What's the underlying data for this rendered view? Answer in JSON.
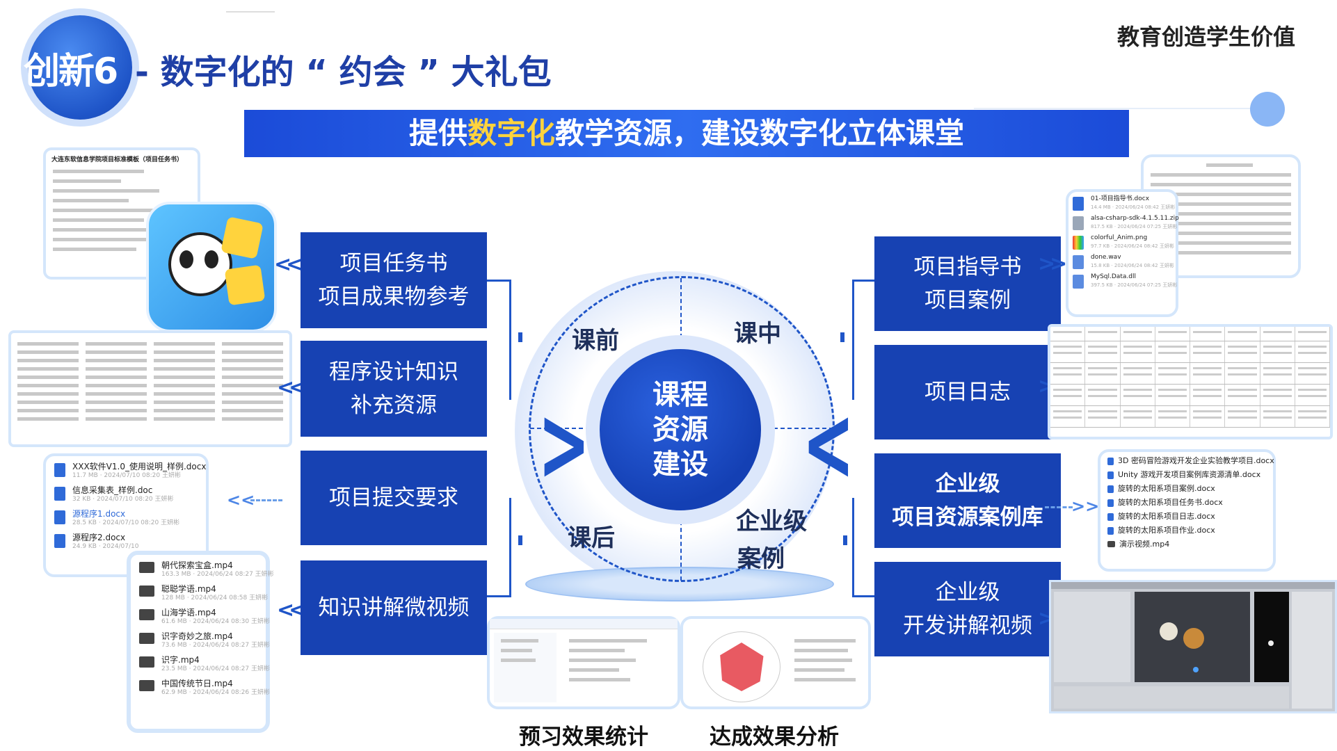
{
  "header": {
    "badge": "创新6",
    "title": "- 数字化的 “ 约会 ” 大礼包",
    "motto": "教育创造学生价值"
  },
  "banner": {
    "prefix": "提供",
    "highlight": "数字化",
    "suffix": "教学资源，建设数字化立体课堂"
  },
  "left_boxes": [
    {
      "lines": [
        "项目任务书",
        "项目成果物参考"
      ]
    },
    {
      "lines": [
        "程序设计知识",
        "补充资源"
      ]
    },
    {
      "lines": [
        "项目提交要求"
      ]
    },
    {
      "lines": [
        "知识讲解微视频"
      ]
    }
  ],
  "right_boxes": [
    {
      "lines": [
        "项目指导书",
        "项目案例"
      ]
    },
    {
      "lines": [
        "项目日志"
      ]
    },
    {
      "lines": [
        "企业级",
        "项目资源案例库"
      ]
    },
    {
      "lines": [
        "企业级",
        "开发讲解视频"
      ]
    }
  ],
  "center": {
    "core": [
      "课程",
      "资源",
      "建设"
    ],
    "segments": {
      "before": "课前",
      "during": "课中",
      "after": "课后",
      "enterprise": [
        "企业级",
        "案例"
      ]
    }
  },
  "bottom_labels": {
    "preview": "预习效果统计",
    "achieve": "达成效果分析"
  },
  "cards": {
    "task_doc_title": "大连东软信息学院项目标准模板（项目任务书）",
    "submit_files": [
      {
        "name": "XXX软件V1.0_使用说明_样例.docx",
        "meta": "11.7 MB · 2024/07/10 08:20 王妍彬"
      },
      {
        "name": "信息采集表_样例.doc",
        "meta": "32 KB · 2024/07/10 08:20 王妍彬"
      },
      {
        "name": "源程序1.docx",
        "meta": "28.5 KB · 2024/07/10 08:20 王妍彬"
      },
      {
        "name": "源程序2.docx",
        "meta": "24.9 KB · 2024/07/10"
      }
    ],
    "videos": [
      {
        "name": "朝代探索宝盒.mp4",
        "meta": "163.3 MB · 2024/06/24 08:27 王妍彬"
      },
      {
        "name": "聪聪学语.mp4",
        "meta": "128 MB · 2024/06/24 08:58 王妍彬"
      },
      {
        "name": "山海学语.mp4",
        "meta": "61.6 MB · 2024/06/24 08:30 王妍彬"
      },
      {
        "name": "识字奇妙之旅.mp4",
        "meta": "73.6 MB · 2024/06/24 08:27 王妍彬"
      },
      {
        "name": "识字.mp4",
        "meta": "23.5 MB · 2024/06/24 08:27 王妍彬"
      },
      {
        "name": "中国传统节日.mp4",
        "meta": "62.9 MB · 2024/06/24 08:26 王妍彬"
      }
    ],
    "guide_files": [
      {
        "name": "01-项目指导书.docx",
        "meta": "14.4 MB · 2024/06/24 08:42 王妍彬"
      },
      {
        "name": "alsa-csharp-sdk-4.1.5.11.zip",
        "meta": "817.5 KB · 2024/06/24 07:25 王妍彬"
      },
      {
        "name": "colorful_Anim.png",
        "meta": "97.7 KB · 2024/06/24 08:42 王妍彬"
      },
      {
        "name": "done.wav",
        "meta": "15.8 KB · 2024/06/24 08:42 王妍彬"
      },
      {
        "name": "MySql.Data.dll",
        "meta": "397.5 KB · 2024/06/24 07:25 王妍彬"
      }
    ],
    "enterprise_files": [
      "3D 密码冒险游戏开发企业实验教学项目.docx",
      "Unity 游戏开发项目案例库资源清单.docx",
      "旋转的太阳系项目案例.docx",
      "旋转的太阳系项目任务书.docx",
      "旋转的太阳系项目日志.docx",
      "旋转的太阳系项目作业.docx",
      "演示视频.mp4"
    ]
  },
  "colors": {
    "primary": "#1742b3",
    "accent": "#ffd33d",
    "banner": "#2f6df0"
  }
}
